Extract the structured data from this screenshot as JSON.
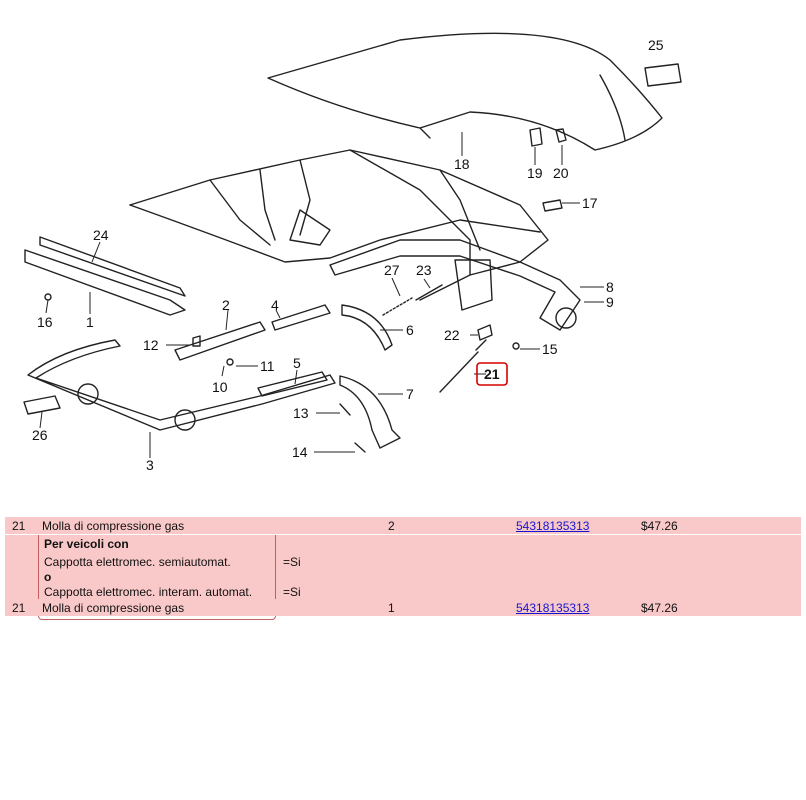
{
  "diagram": {
    "callouts": [
      {
        "n": "1"
      },
      {
        "n": "2"
      },
      {
        "n": "3"
      },
      {
        "n": "4"
      },
      {
        "n": "5"
      },
      {
        "n": "6"
      },
      {
        "n": "7"
      },
      {
        "n": "8"
      },
      {
        "n": "9"
      },
      {
        "n": "10"
      },
      {
        "n": "11"
      },
      {
        "n": "12"
      },
      {
        "n": "13"
      },
      {
        "n": "14"
      },
      {
        "n": "15"
      },
      {
        "n": "16"
      },
      {
        "n": "17"
      },
      {
        "n": "18"
      },
      {
        "n": "19"
      },
      {
        "n": "20"
      },
      {
        "n": "21"
      },
      {
        "n": "22"
      },
      {
        "n": "23"
      },
      {
        "n": "24"
      },
      {
        "n": "25"
      },
      {
        "n": "26"
      },
      {
        "n": "27"
      }
    ],
    "highlighted_callout": "21",
    "highlight_color": "#d60000"
  },
  "parts": {
    "row_color": "#f9c8c8",
    "link_color": "#1515d0",
    "rows": [
      {
        "num": "21",
        "description": "Molla di compressione gas",
        "qty": "2",
        "part_number": "54318135313",
        "price": "$47.26"
      },
      {
        "num": "21",
        "description": "Molla di compressione gas",
        "qty": "1",
        "part_number": "54318135313",
        "price": "$47.26"
      }
    ],
    "condition": {
      "title": "Per veicoli con",
      "line1": "Cappotta elettromec. semiautomat.",
      "value1": "=Si",
      "separator": "o",
      "line2": "Cappotta elettromec. interam. automat.",
      "value2": "=Si"
    }
  }
}
